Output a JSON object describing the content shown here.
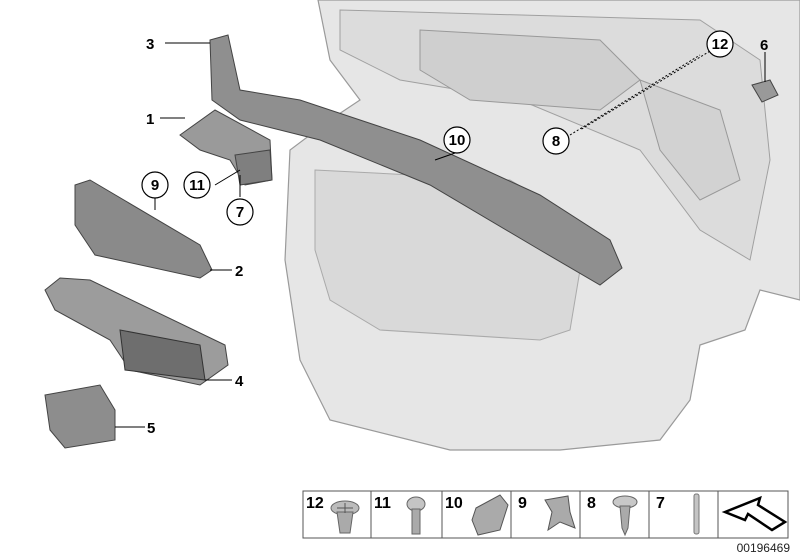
{
  "diagram_id": "00196469",
  "callouts": {
    "c1": "1",
    "c2": "2",
    "c3": "3",
    "c4": "4",
    "c5": "5",
    "c6": "6",
    "c7": "7",
    "c8": "8",
    "c9": "9",
    "c10": "10",
    "c11": "11",
    "c12": "12"
  },
  "parts_table": [
    {
      "number": "12",
      "icon": "expanding-nut-icon"
    },
    {
      "number": "11",
      "icon": "screw-icon"
    },
    {
      "number": "10",
      "icon": "clip-icon"
    },
    {
      "number": "9",
      "icon": "clamp-icon"
    },
    {
      "number": "8",
      "icon": "washer-screw-icon"
    },
    {
      "number": "7",
      "icon": "pin-icon"
    },
    {
      "number": "",
      "icon": "assembly-arrow-icon"
    }
  ],
  "colors": {
    "panel": "#e4e4e4",
    "trim": "#8c8c8c",
    "outline": "#555555"
  }
}
